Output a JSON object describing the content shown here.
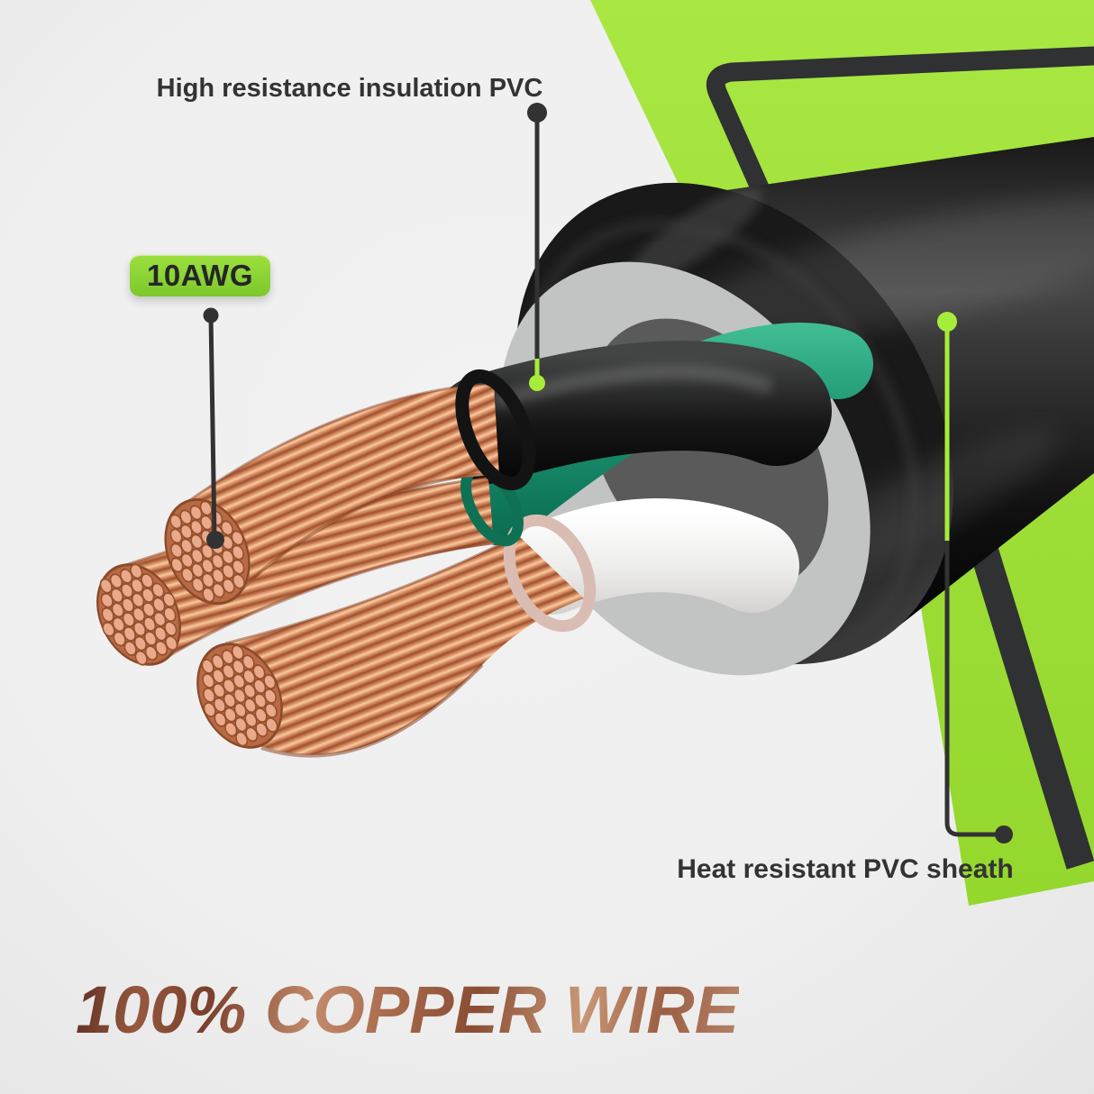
{
  "callouts": {
    "insulation": {
      "label": "High resistance insulation PVC"
    },
    "gauge": {
      "label": "10AWG"
    },
    "sheath": {
      "label": "Heat resistant PVC sheath"
    }
  },
  "headline": {
    "text": "100% COPPER WIRE"
  },
  "colors": {
    "background": "#efefef",
    "banner_green": "#a3e23c",
    "callout_green": "#a6ec3a",
    "badge_green_top": "#9de03f",
    "badge_green_bottom": "#7cc72c",
    "line_dark": "#323232",
    "text_dark": "#333333",
    "sheath_black": "#141414",
    "inner_sheath_white": "#f2f2f2",
    "ground_wire_green": "#1b9372",
    "copper_light": "#f7c9a2",
    "copper_mid": "#d98e62",
    "copper_dark": "#9c5230",
    "headline_copper_dark": "#5f3022",
    "headline_copper_light": "#c99877"
  }
}
